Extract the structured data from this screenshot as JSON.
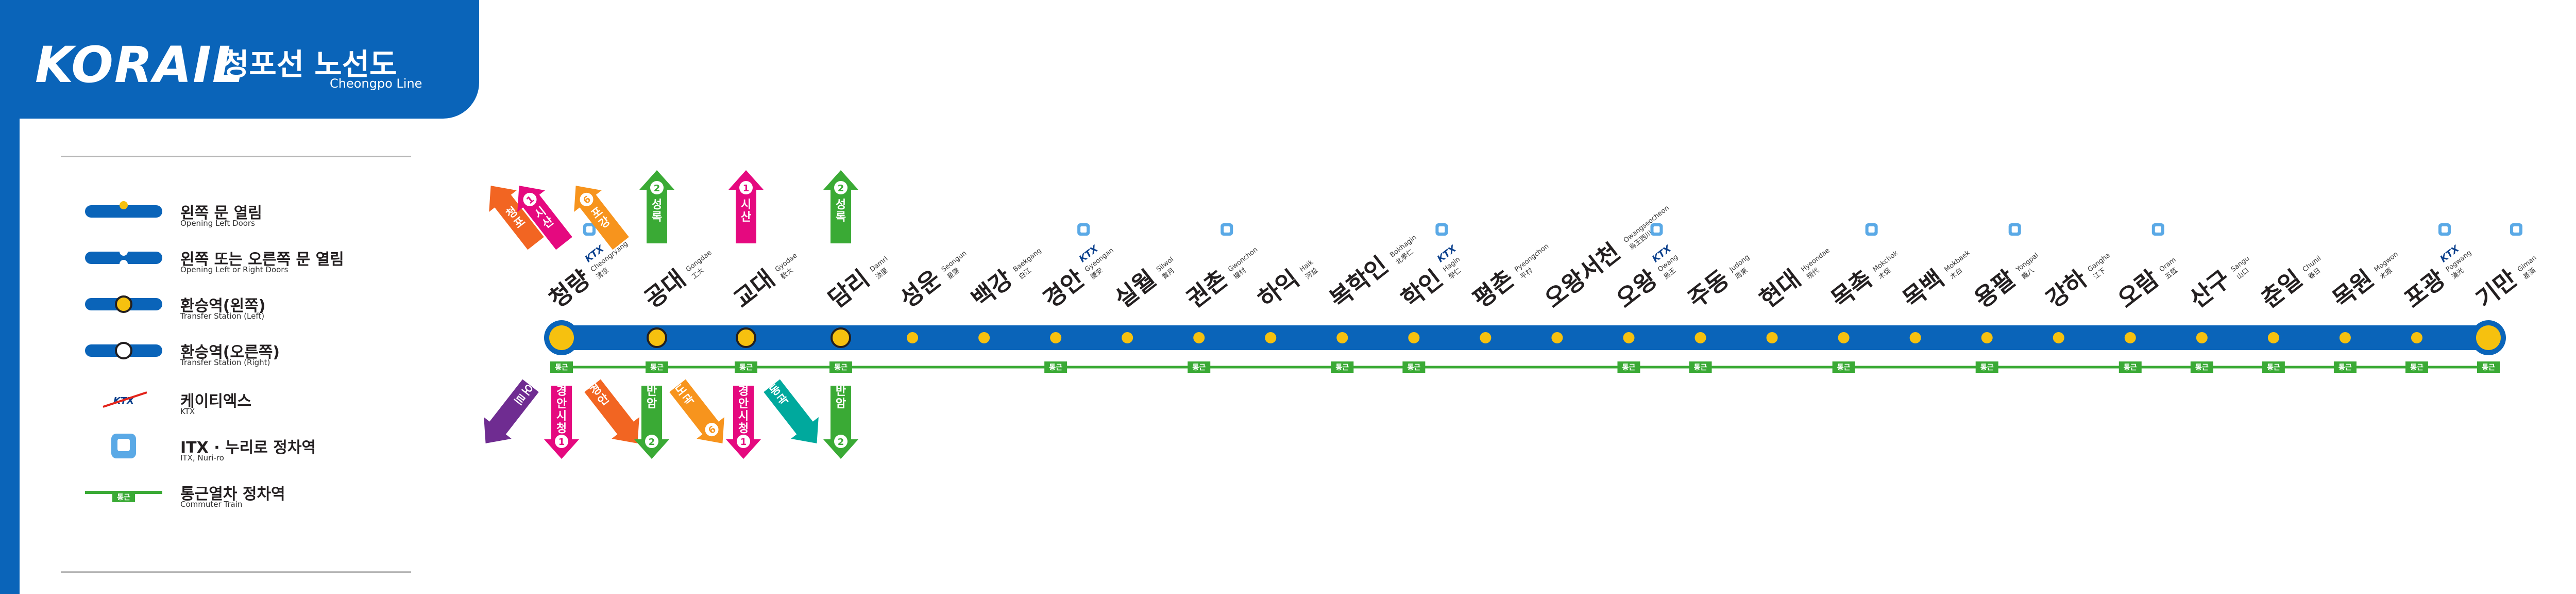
{
  "header": {
    "logo": "KORAIL",
    "title_ko": "청포선 노선도",
    "title_en": "Cheongpo Line"
  },
  "legend": [
    {
      "id": "left-doors",
      "ko": "왼쪽 문 열림",
      "en": "Opening Left Doors"
    },
    {
      "id": "both-doors",
      "ko": "왼쪽 또는 오른쪽 문 열림",
      "en": "Opening Left or Right Doors"
    },
    {
      "id": "transfer-left",
      "ko": "환승역(왼쪽)",
      "en": "Transfer Station (Left)"
    },
    {
      "id": "transfer-right",
      "ko": "환승역(오른쪽)",
      "en": "Transfer Station (Right)"
    },
    {
      "id": "ktx",
      "ko": "케이티엑스",
      "en": "KTX"
    },
    {
      "id": "itx",
      "ko": "ITX · 누리로 정차역",
      "en": "ITX, Nuri-ro"
    },
    {
      "id": "commuter",
      "ko": "통근열차 정차역",
      "en": "Commuter Train"
    }
  ],
  "symbols": {
    "ktx": "KTX",
    "commuter_tag": "통근"
  },
  "colors": {
    "line": "#0a64b9",
    "station": "#f6c10f",
    "commuter": "#3aaa35",
    "text": "#231f20"
  },
  "stations": [
    {
      "ko": "청량",
      "en": "Cheongryang",
      "hanja": "淸凉",
      "type": "terminal",
      "ktx": true,
      "itx": true,
      "commuter": true
    },
    {
      "ko": "공대",
      "en": "Gongdae",
      "hanja": "工大",
      "type": "transfer-left",
      "commuter": true
    },
    {
      "ko": "교대",
      "en": "Gyodae",
      "hanja": "敎大",
      "type": "transfer-left",
      "commuter": true
    },
    {
      "ko": "담리",
      "en": "Damri",
      "hanja": "淡里",
      "type": "transfer-left",
      "commuter": true
    },
    {
      "ko": "성운",
      "en": "Seongun",
      "hanja": "星雲",
      "type": "normal"
    },
    {
      "ko": "백강",
      "en": "Baekgang",
      "hanja": "白江",
      "type": "normal"
    },
    {
      "ko": "경안",
      "en": "Gyeongan",
      "hanja": "慶安",
      "type": "normal",
      "ktx": true,
      "itx": true,
      "commuter": true
    },
    {
      "ko": "실월",
      "en": "Silwol",
      "hanja": "實月",
      "type": "normal"
    },
    {
      "ko": "권촌",
      "en": "Gwonchon",
      "hanja": "權村",
      "type": "normal",
      "itx": true,
      "commuter": true
    },
    {
      "ko": "하익",
      "en": "Haik",
      "hanja": "河益",
      "type": "normal"
    },
    {
      "ko": "복학인",
      "en": "Bokhagin",
      "hanja": "北學仁",
      "type": "normal",
      "commuter": true
    },
    {
      "ko": "학인",
      "en": "Hagin",
      "hanja": "學仁",
      "type": "normal",
      "ktx": true,
      "itx": true,
      "commuter": true
    },
    {
      "ko": "평촌",
      "en": "Pyeongchon",
      "hanja": "平村",
      "type": "normal"
    },
    {
      "ko": "오왕서천",
      "en": "Owangseocheon",
      "hanja": "烏王西川",
      "type": "normal"
    },
    {
      "ko": "오왕",
      "en": "Owang",
      "hanja": "烏王",
      "type": "normal",
      "ktx": true,
      "itx": true,
      "commuter": true
    },
    {
      "ko": "주동",
      "en": "Judong",
      "hanja": "周東",
      "type": "normal",
      "commuter": true
    },
    {
      "ko": "현대",
      "en": "Hyeondae",
      "hanja": "現代",
      "type": "normal"
    },
    {
      "ko": "목촉",
      "en": "Mokchok",
      "hanja": "木促",
      "type": "normal",
      "itx": true,
      "commuter": true
    },
    {
      "ko": "목백",
      "en": "Mokbaek",
      "hanja": "木白",
      "type": "normal"
    },
    {
      "ko": "용팔",
      "en": "Yongpal",
      "hanja": "龍八",
      "type": "normal",
      "itx": true,
      "commuter": true
    },
    {
      "ko": "강하",
      "en": "Gangha",
      "hanja": "江下",
      "type": "normal"
    },
    {
      "ko": "오람",
      "en": "Oram",
      "hanja": "五藍",
      "type": "normal",
      "itx": true,
      "commuter": true
    },
    {
      "ko": "산구",
      "en": "Sangu",
      "hanja": "山口",
      "type": "normal",
      "commuter": true
    },
    {
      "ko": "춘일",
      "en": "Chunil",
      "hanja": "春日",
      "type": "normal",
      "commuter": true
    },
    {
      "ko": "목원",
      "en": "Mogwon",
      "hanja": "木原",
      "type": "normal",
      "commuter": true
    },
    {
      "ko": "포광",
      "en": "Pogwang",
      "hanja": "浦光",
      "type": "normal",
      "ktx": true,
      "itx": true,
      "commuter": true
    },
    {
      "ko": "기만",
      "en": "Giman",
      "hanja": "基滿",
      "type": "terminal",
      "itx": true,
      "commuter": true
    }
  ],
  "transfers_up": [
    {
      "station": 0,
      "color": "#f26522",
      "num": "",
      "text": "청포"
    },
    {
      "station": 0,
      "color": "#e5097f",
      "num": "1",
      "text": "시산"
    },
    {
      "station": 1,
      "color": "#f7941d",
      "num": "6",
      "text": "포강"
    },
    {
      "station": 1,
      "color": "#3aaa35",
      "num": "2",
      "text": "성록"
    },
    {
      "station": 2,
      "color": "#e5097f",
      "num": "1",
      "text": "시산"
    },
    {
      "station": 3,
      "color": "#3aaa35",
      "num": "2",
      "text": "성록"
    }
  ],
  "transfers_down": [
    {
      "station": 0,
      "color": "#6f2c91",
      "num": "",
      "text": "오르"
    },
    {
      "station": 0,
      "color": "#e5097f",
      "num": "1",
      "text": "경안시청"
    },
    {
      "station": 0,
      "color": "#f26522",
      "num": "",
      "text": "경안"
    },
    {
      "station": 1,
      "color": "#3aaa35",
      "num": "2",
      "text": "반암"
    },
    {
      "station": 1,
      "color": "#f7941d",
      "num": "6",
      "text": "도곡"
    },
    {
      "station": 2,
      "color": "#e5097f",
      "num": "1",
      "text": "경안시청"
    },
    {
      "station": 2,
      "color": "#00a99d",
      "num": "",
      "text": "동곡"
    },
    {
      "station": 3,
      "color": "#3aaa35",
      "num": "2",
      "text": "반암"
    }
  ]
}
